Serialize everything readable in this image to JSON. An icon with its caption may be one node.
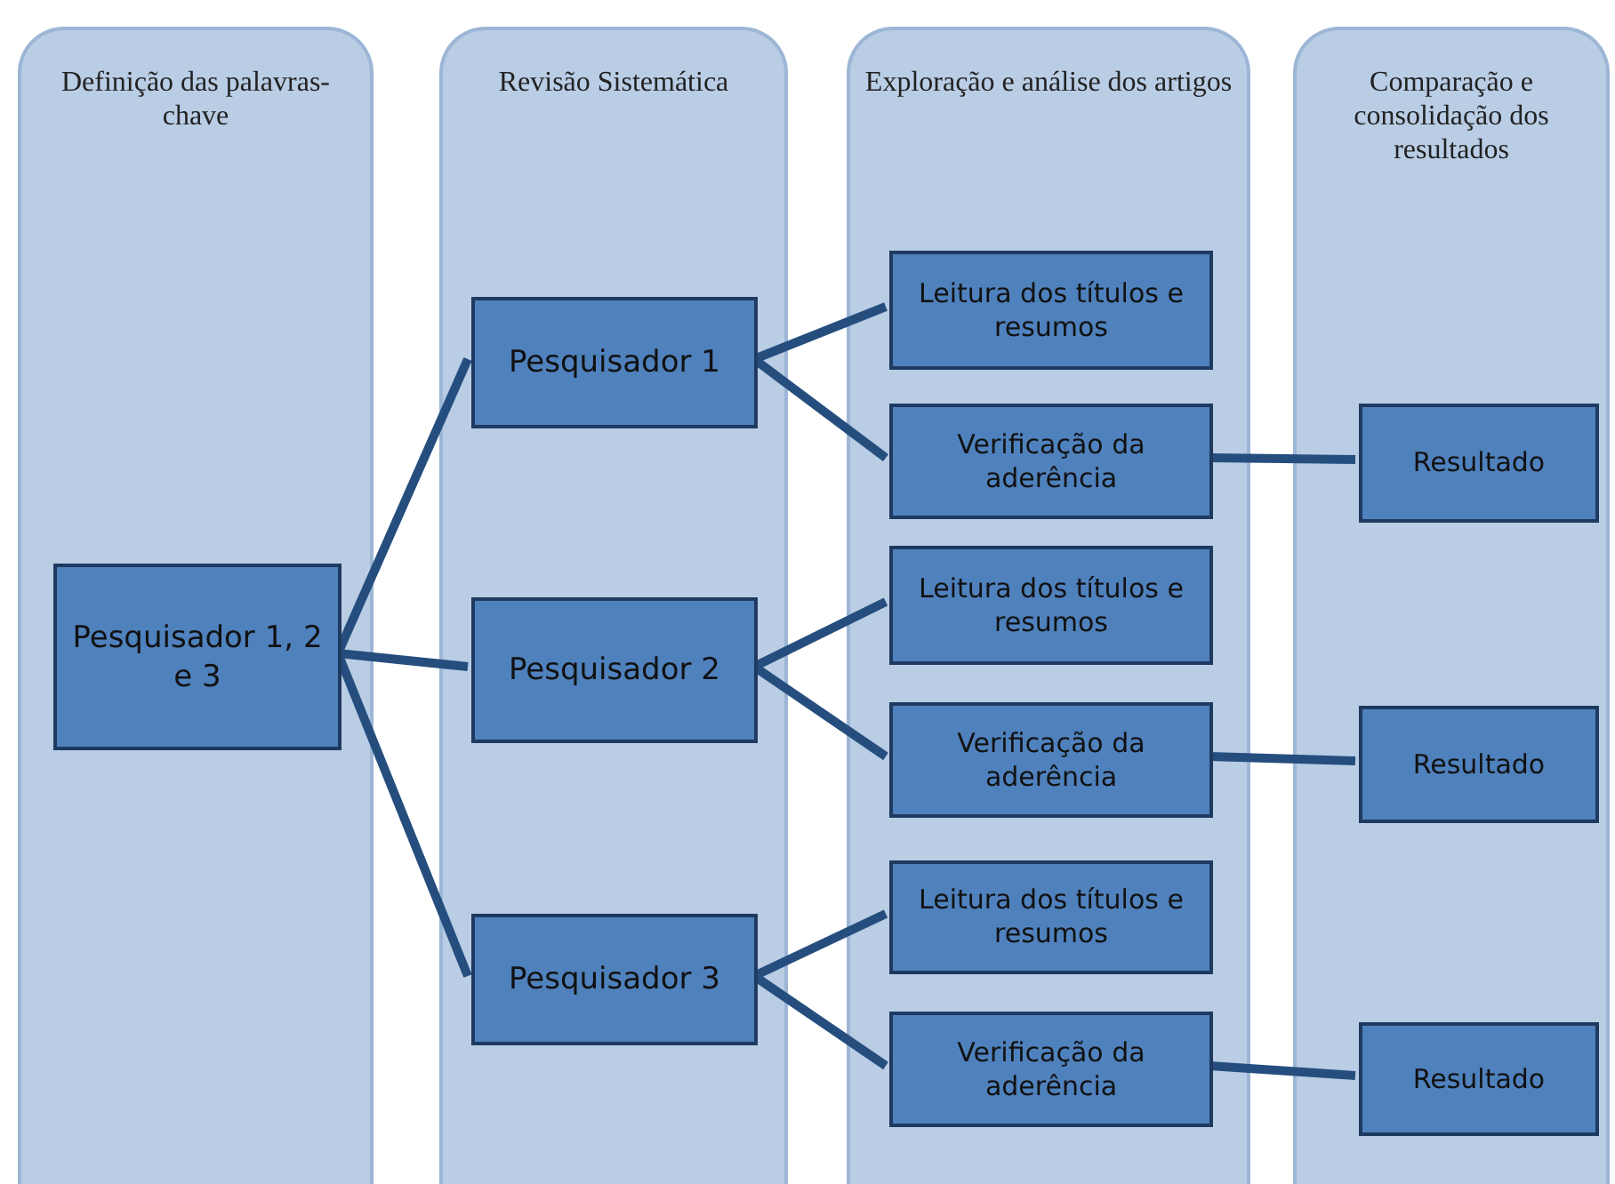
{
  "diagram": {
    "nodes": [
      {
        "text": [
          "Definição das palavras-chave"
        ]
      },
      {
        "text": [
          "Pesquisador 1, 2 e 3"
        ],
        "in": 0
      },
      {
        "text": [
          "Revisão Sistemática"
        ]
      },
      {
        "text": [
          "Pesquisador 1"
        ],
        "in": 2
      },
      {
        "text": [
          "Pesquisador 2"
        ],
        "in": 2
      },
      {
        "text": [
          "Pesquisador 3"
        ],
        "in": 2
      },
      {
        "text": [
          "Exploração e análise dos artigos"
        ]
      },
      {
        "text": [
          "Leitura dos títulos e resumos"
        ],
        "in": 6
      },
      {
        "text": [
          "Verificação da aderência"
        ],
        "in": 6
      },
      {
        "text": [
          "Leitura dos títulos e resumos"
        ],
        "in": 6
      },
      {
        "text": [
          "Verificação da aderência"
        ],
        "in": 6
      },
      {
        "text": [
          "Leitura dos títulos e resumos"
        ],
        "in": 6
      },
      {
        "text": [
          "Verificação da aderência"
        ],
        "in": 6
      },
      {
        "text": [
          "Comparação e consolidação dos resultados"
        ]
      },
      {
        "text": [
          "Resultado"
        ],
        "in": 13
      },
      {
        "text": [
          "Resultado"
        ],
        "in": 13
      },
      {
        "text": [
          "Resultado"
        ],
        "in": 13
      }
    ],
    "edges": [
      {
        "from": 1,
        "to": 3,
        "arrow": "none"
      },
      {
        "from": 1,
        "to": 4,
        "arrow": "none"
      },
      {
        "from": 1,
        "to": 5,
        "arrow": "none"
      },
      {
        "from": 3,
        "to": 7,
        "arrow": "none"
      },
      {
        "from": 3,
        "to": 8,
        "arrow": "none"
      },
      {
        "from": 4,
        "to": 9,
        "arrow": "none"
      },
      {
        "from": 4,
        "to": 10,
        "arrow": "none"
      },
      {
        "from": 5,
        "to": 11,
        "arrow": "none"
      },
      {
        "from": 5,
        "to": 12,
        "arrow": "none"
      },
      {
        "from": 8,
        "to": 14,
        "arrow": "none"
      },
      {
        "from": 10,
        "to": 15,
        "arrow": "none"
      },
      {
        "from": 12,
        "to": 16,
        "arrow": "none"
      }
    ]
  }
}
